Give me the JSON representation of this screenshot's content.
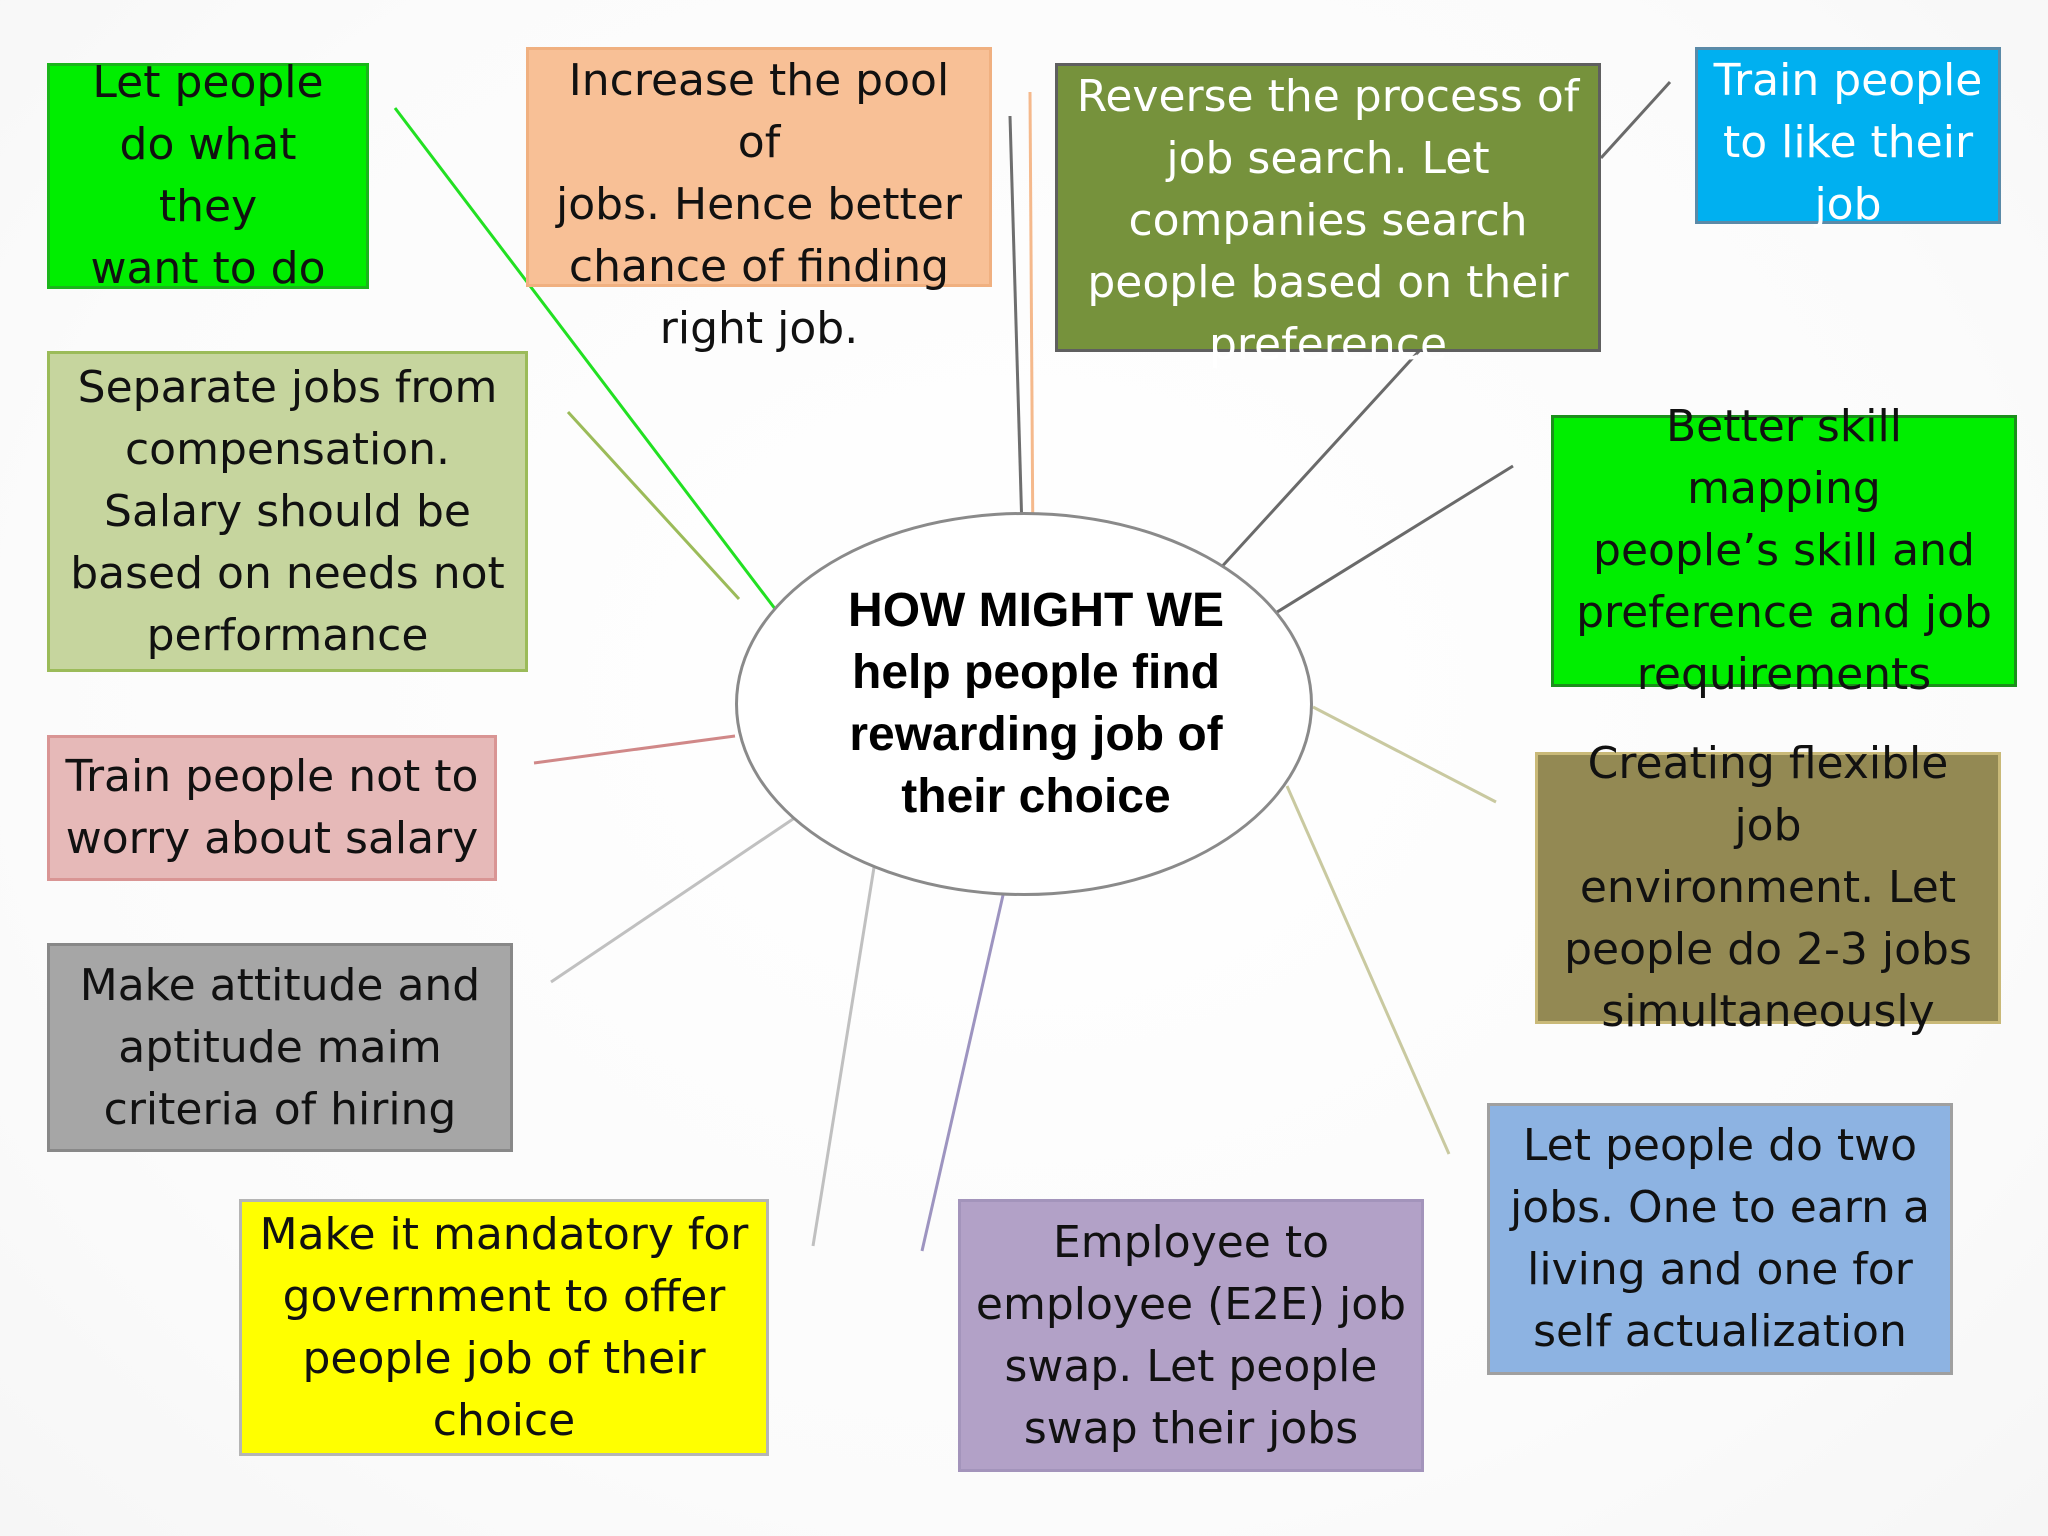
{
  "center": {
    "lines": [
      "HOW MIGHT WE",
      "help people find",
      "rewarding job of",
      "their choice"
    ]
  },
  "ideas": {
    "do_what": {
      "lines": [
        "Let people",
        "do what they",
        "want to do"
      ],
      "fill": "#00ee00"
    },
    "pool": {
      "lines": [
        "Increase the pool of",
        "jobs. Hence better",
        "chance of finding",
        "right job."
      ],
      "fill": "#f8c096"
    },
    "reverse": {
      "lines": [
        "Reverse the process of",
        "job search. Let",
        "companies search",
        "people based on their",
        "preference"
      ],
      "fill": "#76923c"
    },
    "train_like": {
      "lines": [
        "Train people",
        "to like their",
        "job"
      ],
      "fill": "#00b0f0"
    },
    "separate": {
      "lines": [
        "Separate jobs from",
        "compensation.",
        "Salary should be",
        "based on needs not",
        "performance"
      ],
      "fill": "#c6d59e"
    },
    "skill": {
      "lines": [
        "Better skill mapping",
        "people’s skill and",
        "preference and job",
        "requirements"
      ],
      "fill": "#00ee00"
    },
    "not_worry": {
      "lines": [
        "Train people not to",
        "worry about salary"
      ],
      "fill": "#e6b9b8"
    },
    "flexible": {
      "lines": [
        "Creating flexible job",
        "environment. Let",
        "people do 2-3 jobs",
        "simultaneously"
      ],
      "fill": "#938953"
    },
    "attitude": {
      "lines": [
        "Make attitude and",
        "aptitude maim",
        "criteria of hiring"
      ],
      "fill": "#a6a6a6"
    },
    "two_jobs": {
      "lines": [
        "Let people do two",
        "jobs. One to earn a",
        "living and one for",
        "self actualization"
      ],
      "fill": "#8db3e2"
    },
    "mandatory": {
      "lines": [
        "Make it mandatory for",
        "government to offer",
        "people job of their",
        "choice"
      ],
      "fill": "#ffff00"
    },
    "e2e": {
      "lines": [
        "Employee to",
        "employee (E2E) job",
        "swap. Let people",
        "swap their jobs"
      ],
      "fill": "#b2a1c7"
    }
  }
}
